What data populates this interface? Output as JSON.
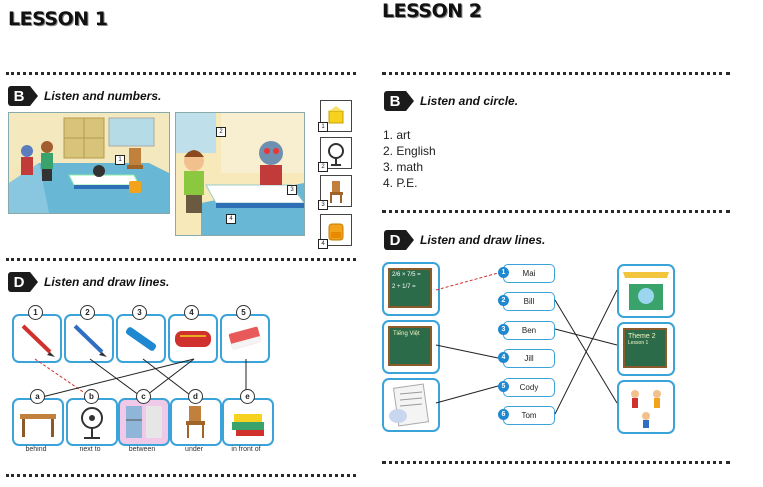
{
  "left": {
    "lesson_title": "LESSON 1",
    "section_b": {
      "letter": "B",
      "label": "Listen and numbers."
    },
    "scene_numbers": [
      "1",
      "2",
      "3",
      "4"
    ],
    "thumb_numbers": [
      "1",
      "2",
      "3",
      "4"
    ],
    "section_d": {
      "letter": "D",
      "label": "Listen and draw lines."
    },
    "top_numbers": [
      "1",
      "2",
      "3",
      "4",
      "5"
    ],
    "bottom_letters": [
      "a",
      "b",
      "c",
      "d",
      "e"
    ],
    "bottom_labels": [
      "behind",
      "next to",
      "between",
      "under",
      "in front of"
    ]
  },
  "right": {
    "lesson_title": "LESSON 2",
    "section_b": {
      "letter": "B",
      "label": "Listen and circle."
    },
    "subjects": [
      "1. art",
      "2. English",
      "3. math",
      "4. P.E."
    ],
    "section_d": {
      "letter": "D",
      "label": "Listen and draw lines."
    },
    "names": [
      "Mai",
      "Bill",
      "Ben",
      "Jill",
      "Cody",
      "Tom"
    ],
    "name_numbers": [
      "1",
      "2",
      "3",
      "4",
      "5",
      "6"
    ],
    "board_text": {
      "math_1": "2/6 × 7/5 =",
      "math_2": "2 + 1/7 =",
      "viet": "Tiếng Việt",
      "theme": "Theme 2",
      "theme_sub": "Lesson 1"
    }
  }
}
